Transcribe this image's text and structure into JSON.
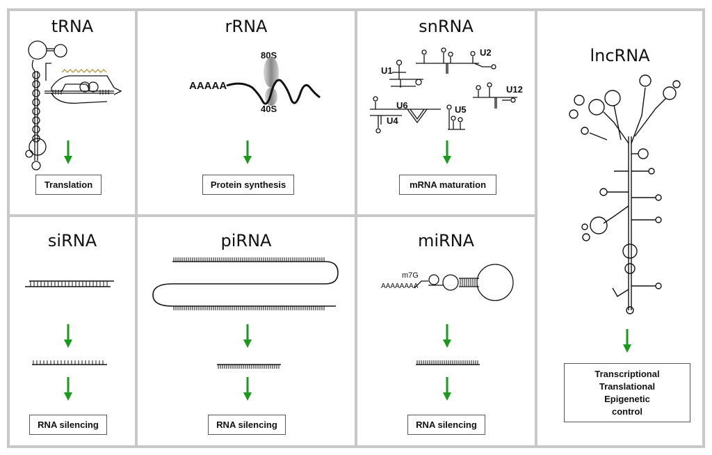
{
  "panels": {
    "trna": {
      "title": "tRNA",
      "function": "Translation"
    },
    "rrna": {
      "title": "rRNA",
      "function": "Protein synthesis",
      "large_subunit": "80S",
      "small_subunit": "40S",
      "polya": "AAAAA"
    },
    "snrna": {
      "title": "snRNA",
      "function": "mRNA maturation",
      "u1": "U1",
      "u2": "U2",
      "u4": "U4",
      "u5": "U5",
      "u6": "U6",
      "u12": "U12"
    },
    "lncrna": {
      "title": "lncRNA",
      "function_lines": [
        "Transcriptional",
        "Translational",
        "Epigenetic",
        "control"
      ]
    },
    "sirna": {
      "title": "siRNA",
      "function": "RNA silencing"
    },
    "pirna": {
      "title": "piRNA",
      "function": "RNA silencing"
    },
    "mirna": {
      "title": "miRNA",
      "function": "RNA silencing",
      "cap": "m7G",
      "polya": "AAAAAAAA"
    }
  },
  "colors": {
    "arrow": "#1a9a1a",
    "grid": "#c8c8c8",
    "line": "#111111"
  },
  "icons": {
    "arrow": "green-down-arrow-icon"
  }
}
